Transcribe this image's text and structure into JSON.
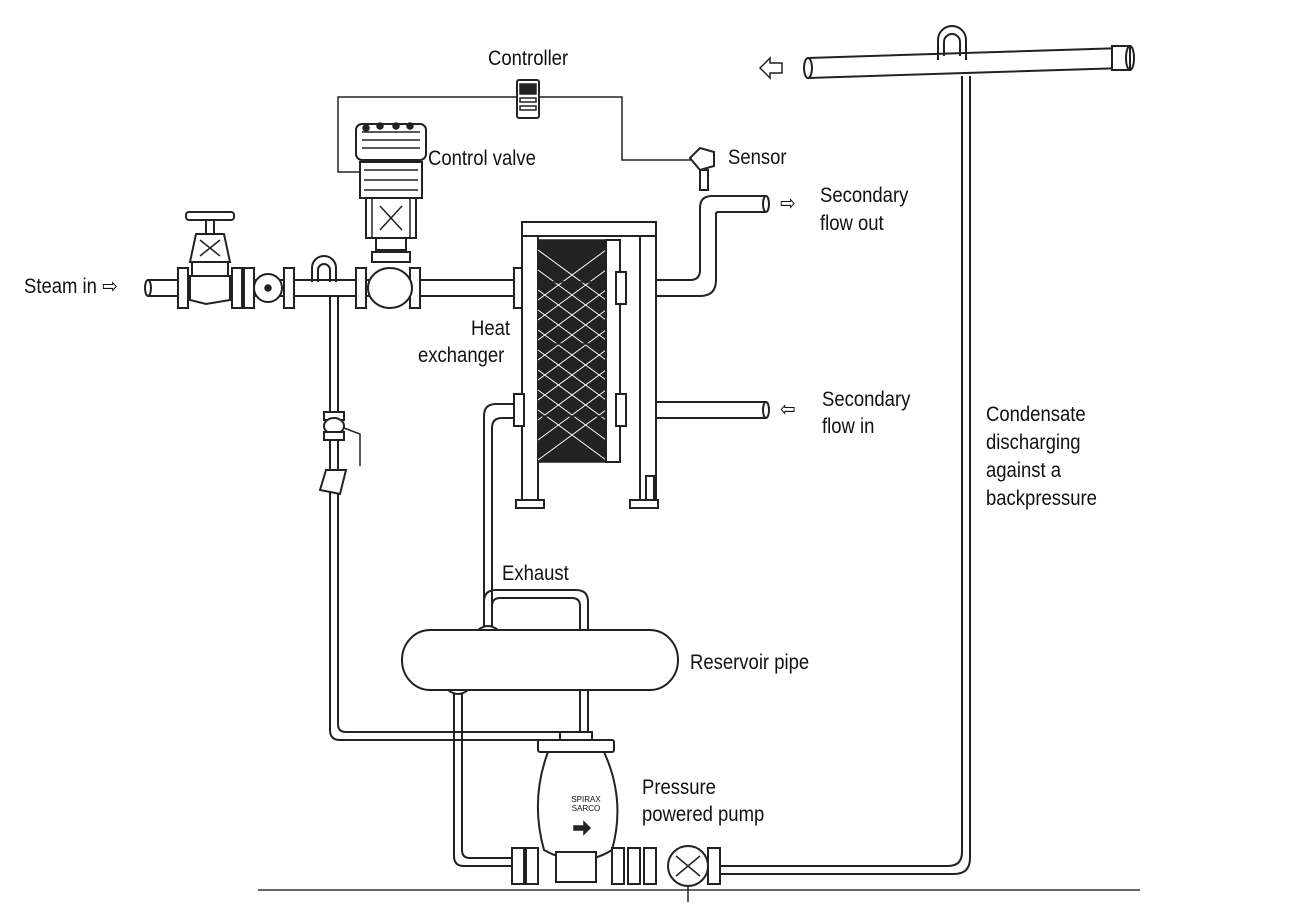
{
  "labels": {
    "controller": "Controller",
    "control_valve": "Control valve",
    "sensor": "Sensor",
    "steam_in": "Steam in",
    "secondary_flow_out_1": "Secondary",
    "secondary_flow_out_2": "flow out",
    "heat_exchanger_1": "Heat",
    "heat_exchanger_2": "exchanger",
    "secondary_flow_in_1": "Secondary",
    "secondary_flow_in_2": "flow in",
    "condensate_1": "Condensate",
    "condensate_2": "discharging",
    "condensate_3": "against a",
    "condensate_4": "backpressure",
    "exhaust": "Exhaust",
    "reservoir_pipe": "Reservoir pipe",
    "pump_1": "Pressure",
    "pump_2": "powered pump",
    "pump_brand_1": "SPIRAX",
    "pump_brand_2": "SARCO"
  },
  "icons": {
    "flow_arrow": "hollow-right-arrow",
    "return_arrow": "hollow-left-arrow"
  }
}
